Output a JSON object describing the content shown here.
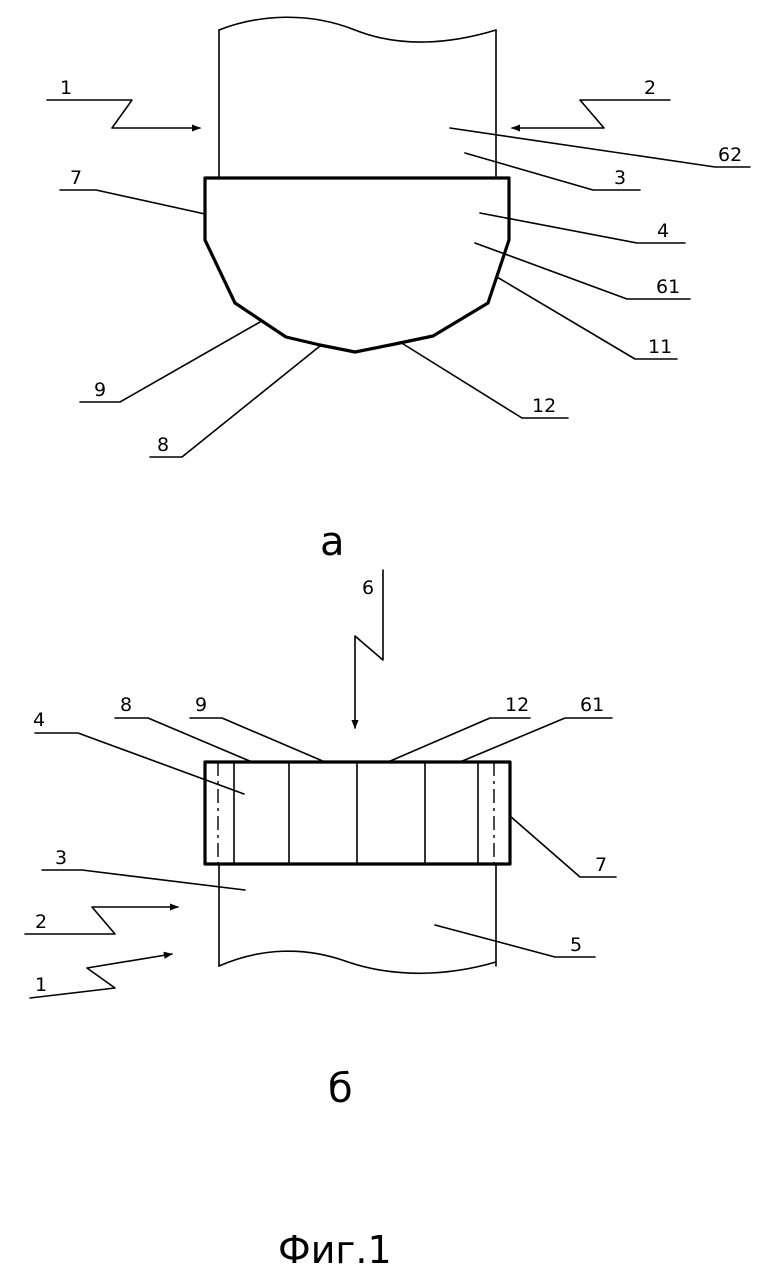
{
  "figure_title": "Фиг.1",
  "view_a": {
    "caption": "а",
    "labels": {
      "l1": "1",
      "l2": "2",
      "l62": "62",
      "l3": "3",
      "l7": "7",
      "l4": "4",
      "l61": "61",
      "l11": "11",
      "l9": "9",
      "l12": "12",
      "l8": "8"
    }
  },
  "view_b": {
    "caption": "б",
    "labels": {
      "l6": "6",
      "l4": "4",
      "l8": "8",
      "l9": "9",
      "l12": "12",
      "l61": "61",
      "l3": "3",
      "l7": "7",
      "l2": "2",
      "l5": "5",
      "l1": "1"
    }
  }
}
